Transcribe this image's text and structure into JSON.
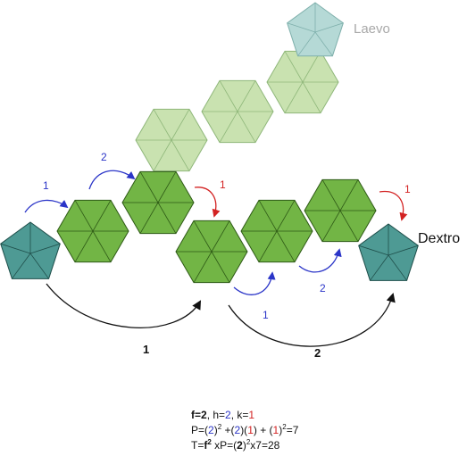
{
  "labels": {
    "laevo": "Laevo",
    "dextro": "Dextro"
  },
  "step_numbers": {
    "blue_one_top": "1",
    "blue_two_top": "2",
    "red_one_a": "1",
    "red_one_b": "1",
    "blue_one_bottom": "1",
    "blue_two_bottom": "2",
    "big_one": "1",
    "big_two": "2"
  },
  "formula": {
    "line1": {
      "f": "f=2",
      "sep1": ", h=",
      "h": "2",
      "sep2": ", k=",
      "k": "1"
    },
    "line2": {
      "p_start": "P=(",
      "a": "2",
      "p_mid1": ")",
      "sq1": "2",
      "p_mid2": " +(",
      "b": "2",
      "p_mid3": ")(",
      "c": "1",
      "p_mid4": ") + (",
      "d": "1",
      "p_mid5": ")",
      "sq2": "2",
      "p_end": "=7"
    },
    "line3": {
      "t_start": "T=",
      "f2": "f",
      "sq3": "2",
      "t_mid": " xP=(",
      "bold2": "2",
      "t_mid2": ")",
      "sq4": "2",
      "t_end": "x7=28"
    }
  },
  "colors": {
    "hex_dark_fill": "#72b545",
    "hex_light_fill": "#c9e2b0",
    "pentagon_fill": "#4e9a94",
    "pentagon_light_fill": "#b5d9d6",
    "blue_arrow": "#2b35c8",
    "red_arrow": "#d32222",
    "black_arrow": "#111111"
  }
}
